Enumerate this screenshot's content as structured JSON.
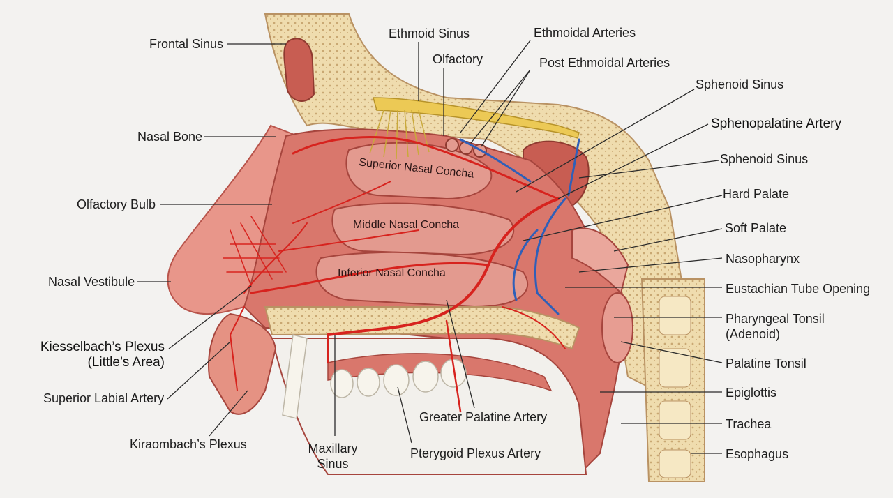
{
  "colors": {
    "background": "#f3f2f0",
    "tissue": "#d9776c",
    "tissue_dark": "#b8544b",
    "bone": "#efdcae",
    "artery": "#d7231e",
    "vein": "#2f5fb8",
    "nerve": "#e9c24a",
    "teeth": "#f4f1ea"
  },
  "labels_left": {
    "frontal_sinus": "Frontal Sinus",
    "nasal_bone": "Nasal Bone",
    "olfactory_bulb": "Olfactory Bulb",
    "nasal_vestibule": "Nasal Vestibule",
    "kiesselbach_line1": "Kiesselbach’s Plexus",
    "kiesselbach_line2": "(Little’s Area)",
    "superior_labial": "Superior Labial Artery",
    "kiraombach": "Kiraombach’s Plexus"
  },
  "labels_top": {
    "ethmoid_sinus": "Ethmoid Sinus",
    "olfactory": "Olfactory",
    "ethmoidal_arteries": "Ethmoidal Arteries",
    "post_ethmoidal": "Post Ethmoidal Arteries"
  },
  "labels_right": {
    "sphenoid_sinus_1": "Sphenoid Sinus",
    "sphenopalatine_artery": "Sphenopalatine Artery",
    "sphenoid_sinus_2": "Sphenoid Sinus",
    "hard_palate": "Hard Palate",
    "soft_palate": "Soft Palate",
    "nasopharynx": "Nasopharynx",
    "eustachian": "Eustachian Tube Opening",
    "pharyngeal_tonsil_line1": "Pharyngeal Tonsil",
    "pharyngeal_tonsil_line2": "(Adenoid)",
    "palatine_tonsil": "Palatine Tonsil",
    "epiglottis": "Epiglottis",
    "trachea": "Trachea",
    "esophagus": "Esophagus"
  },
  "labels_bottom": {
    "maxillary_line1": "Maxillary",
    "maxillary_line2": "Sinus",
    "greater_palatine": "Greater Palatine Artery",
    "pterygoid": "Pterygoid Plexus Artery"
  },
  "labels_inner": {
    "superior_concha": "Superior Nasal Concha",
    "middle_concha": "Middle Nasal Concha",
    "inferior_concha": "Inferior Nasal Concha"
  }
}
